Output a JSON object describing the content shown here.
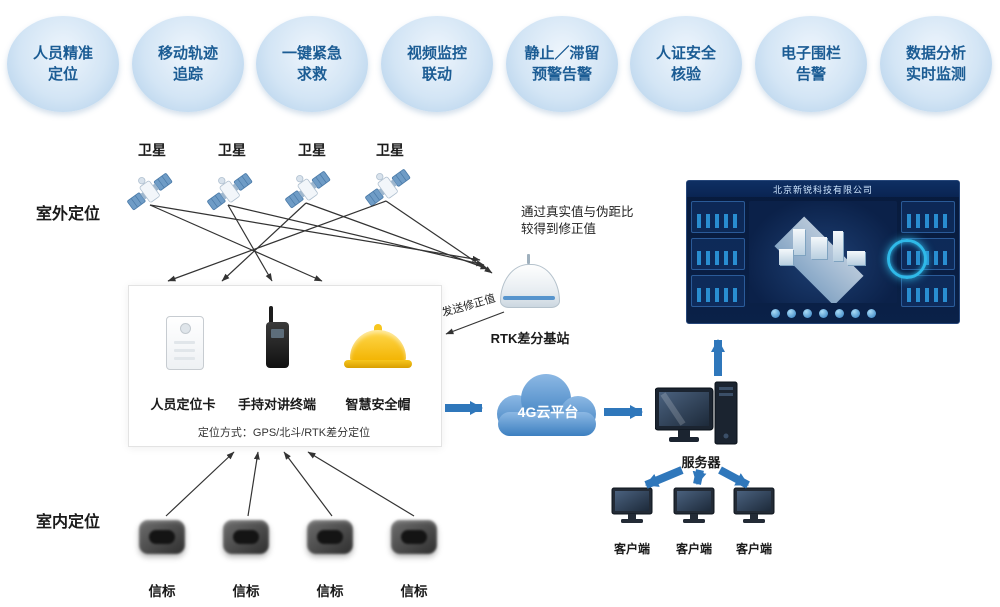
{
  "features": [
    {
      "line1": "人员精准",
      "line2": "定位"
    },
    {
      "line1": "移动轨迹",
      "line2": "追踪"
    },
    {
      "line1": "一键紧急",
      "line2": "求救"
    },
    {
      "line1": "视频监控",
      "line2": "联动"
    },
    {
      "line1": "静止／滞留",
      "line2": "预警告警"
    },
    {
      "line1": "人证安全",
      "line2": "核验"
    },
    {
      "line1": "电子围栏",
      "line2": "告警"
    },
    {
      "line1": "数据分析",
      "line2": "实时监测"
    }
  ],
  "sections": {
    "outdoor": "室外定位",
    "indoor": "室内定位"
  },
  "satellite": {
    "label": "卫星"
  },
  "device_box": {
    "items": [
      {
        "label": "人员定位卡"
      },
      {
        "label": "手持对讲终端"
      },
      {
        "label": "智慧安全帽"
      }
    ],
    "note": "定位方式：GPS/北斗/RTK差分定位"
  },
  "rtk": {
    "label": "RTK差分基站",
    "note_line1": "通过真实值与伪距比",
    "note_line2": "较得到修正值",
    "send_label": "发送修正值"
  },
  "cloud": {
    "label": "4G云平台"
  },
  "server": {
    "label": "服务器"
  },
  "client": {
    "label": "客户端"
  },
  "beacon": {
    "label": "信标"
  },
  "dashboard": {
    "title": "北京新锐科技有限公司"
  },
  "colors": {
    "accent_blue": "#2f77bb",
    "badge_text": "#1b5c94",
    "cloud_blue": "#3c7fc0"
  }
}
